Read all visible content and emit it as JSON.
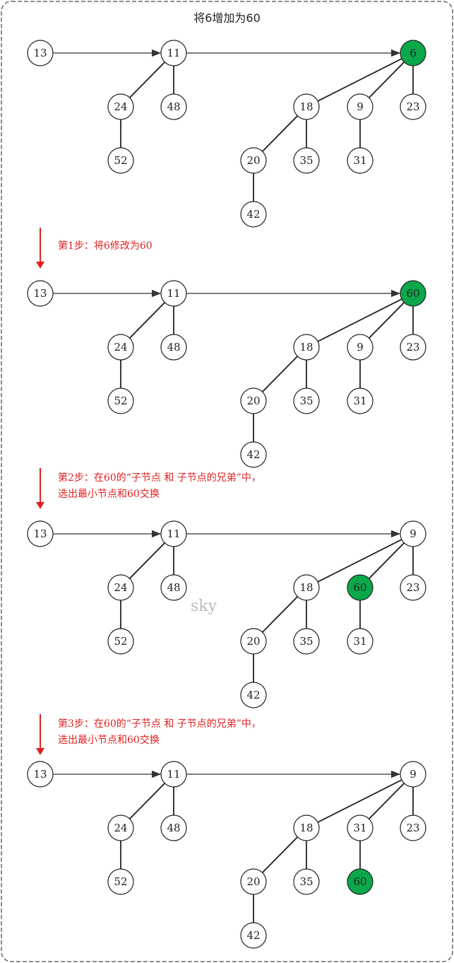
{
  "title": "将6增加为60",
  "steps": [
    {
      "lines": [
        "第1步：将6修改为60"
      ]
    },
    {
      "lines": [
        "第2步：在60的“子节点 和 子节点的兄弟”中，",
        "选出最小节点和60交换"
      ]
    },
    {
      "lines": [
        "第3步：在60的“子节点 和 子节点的兄弟”中，",
        "选出最小节点和60交换"
      ]
    }
  ],
  "watermark": "sky",
  "colors": {
    "highlight": "#0aa84a",
    "step_text": "#e02020",
    "arrow": "#e02020"
  },
  "panels": [
    {
      "nodes": [
        "13",
        "11",
        "6",
        "24",
        "48",
        "52",
        "18",
        "9",
        "23",
        "20",
        "35",
        "31",
        "42"
      ],
      "highlight": 2
    },
    {
      "nodes": [
        "13",
        "11",
        "60",
        "24",
        "48",
        "52",
        "18",
        "9",
        "23",
        "20",
        "35",
        "31",
        "42"
      ],
      "highlight": 2
    },
    {
      "nodes": [
        "13",
        "11",
        "9",
        "24",
        "48",
        "52",
        "18",
        "60",
        "23",
        "20",
        "35",
        "31",
        "42"
      ],
      "highlight": 7
    },
    {
      "nodes": [
        "13",
        "11",
        "9",
        "24",
        "48",
        "52",
        "18",
        "31",
        "23",
        "20",
        "35",
        "60",
        "42"
      ],
      "highlight": 11
    }
  ]
}
